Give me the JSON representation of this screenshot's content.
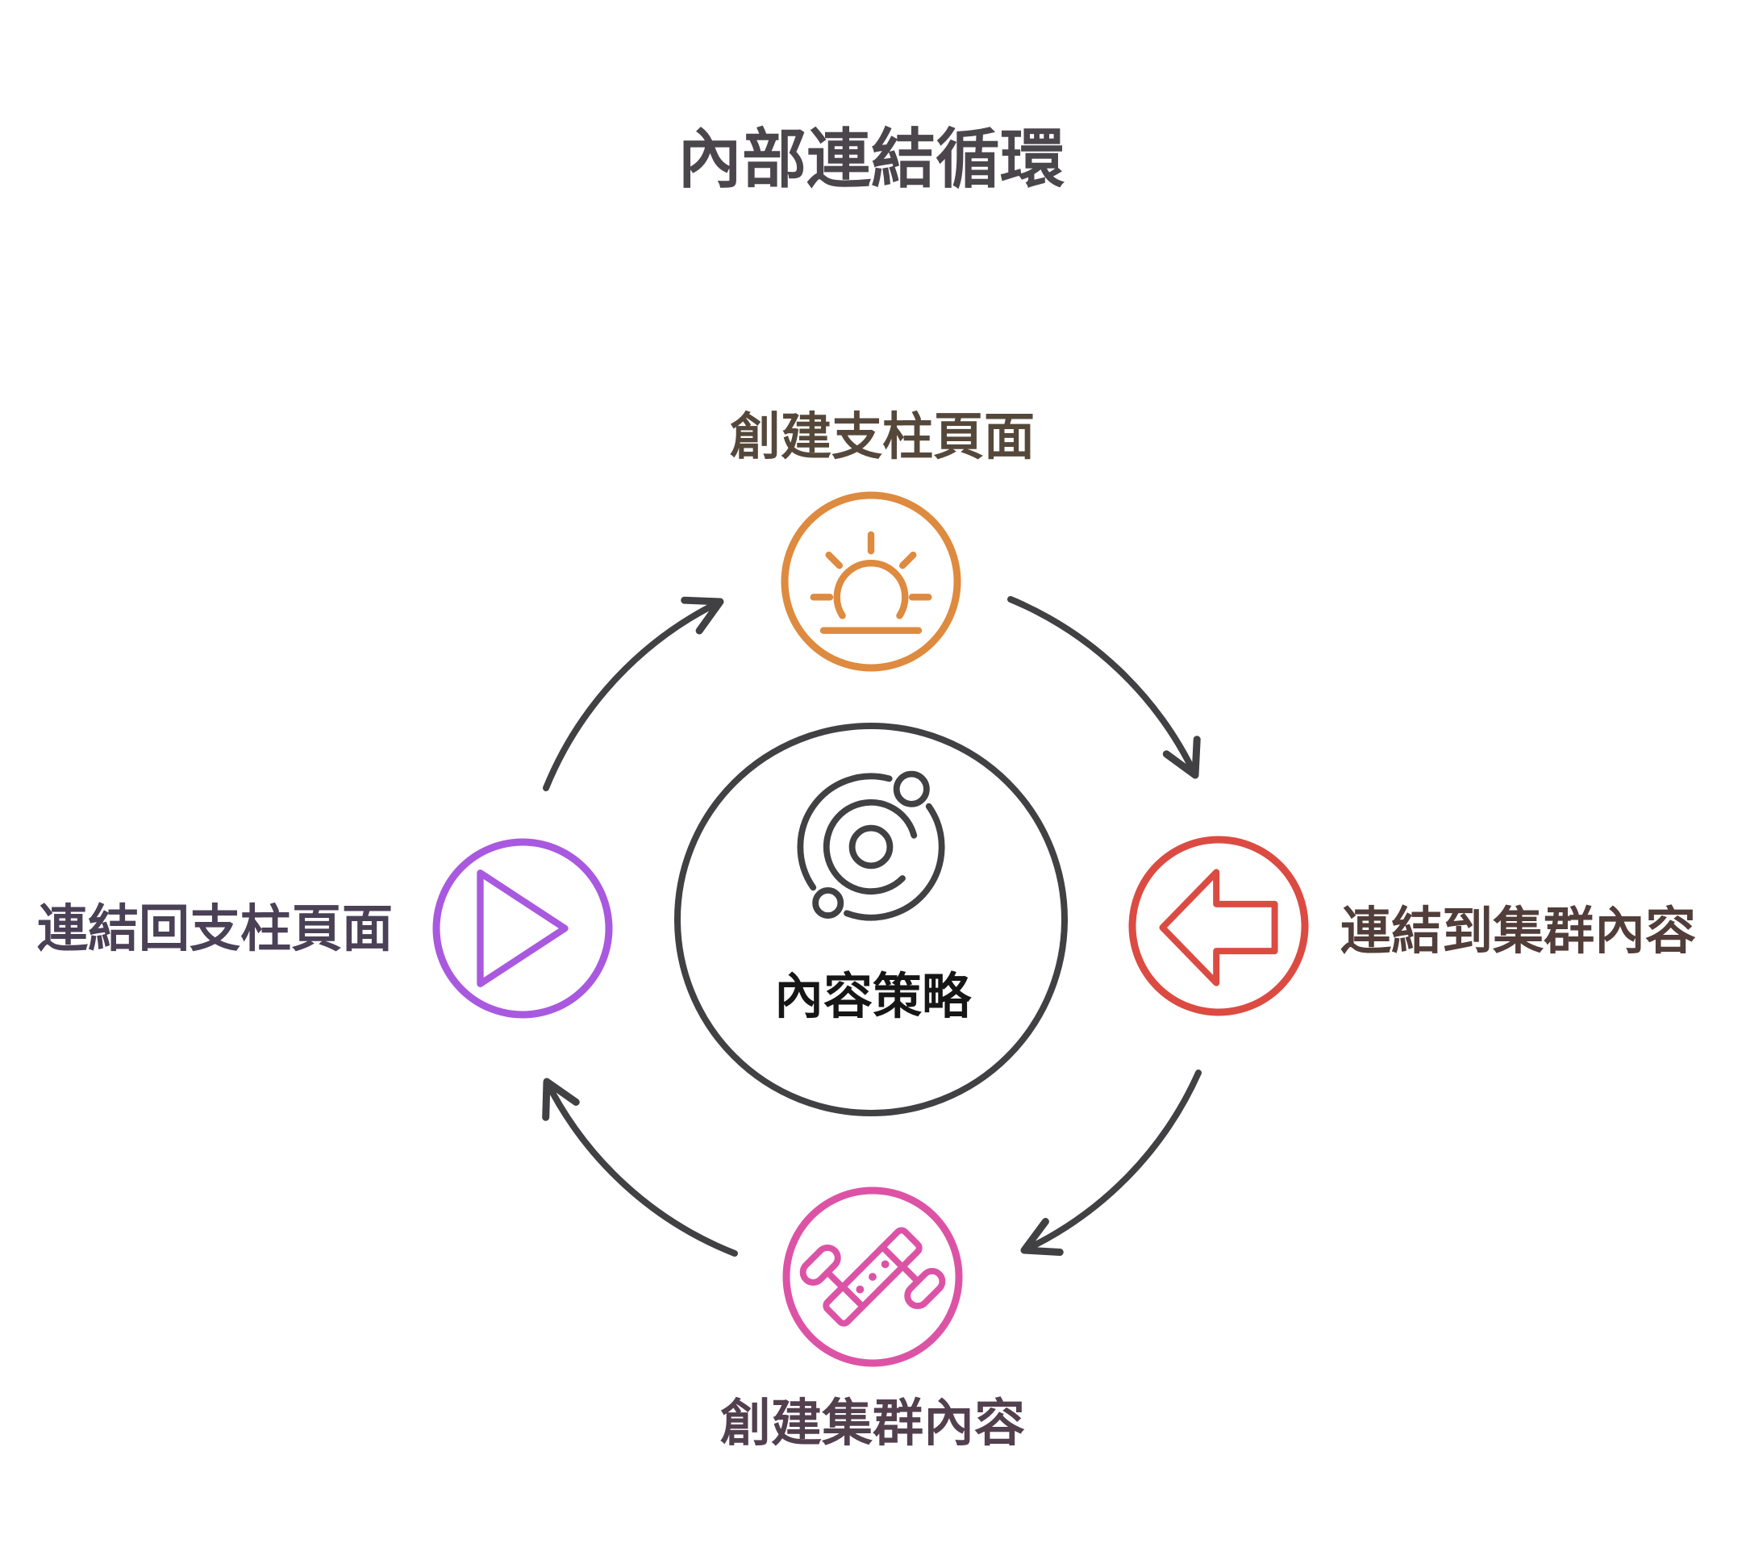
{
  "title": {
    "text": "內部連結循環",
    "color": "#4B464C"
  },
  "center": {
    "label": "內容策略",
    "label_color": "#161616",
    "circle_color": "#414042",
    "icon": "orbit-icon"
  },
  "nodes": {
    "top": {
      "label": "創建支柱頁面",
      "icon": "sunrise-icon",
      "circle_color": "#DE8A3F",
      "label_color": "#55483B"
    },
    "right": {
      "label": "連結到集群內容",
      "icon": "arrow-left-icon",
      "circle_color": "#DC4B42",
      "label_color": "#513D39"
    },
    "bottom": {
      "label": "創建集群內容",
      "icon": "satellite-icon",
      "circle_color": "#DC53A6",
      "label_color": "#52404F"
    },
    "left": {
      "label": "連結回支柱頁面",
      "icon": "play-icon",
      "circle_color": "#A959DF",
      "label_color": "#4A4156"
    }
  },
  "flow": {
    "arrow_color": "#414042",
    "direction": "clockwise"
  }
}
